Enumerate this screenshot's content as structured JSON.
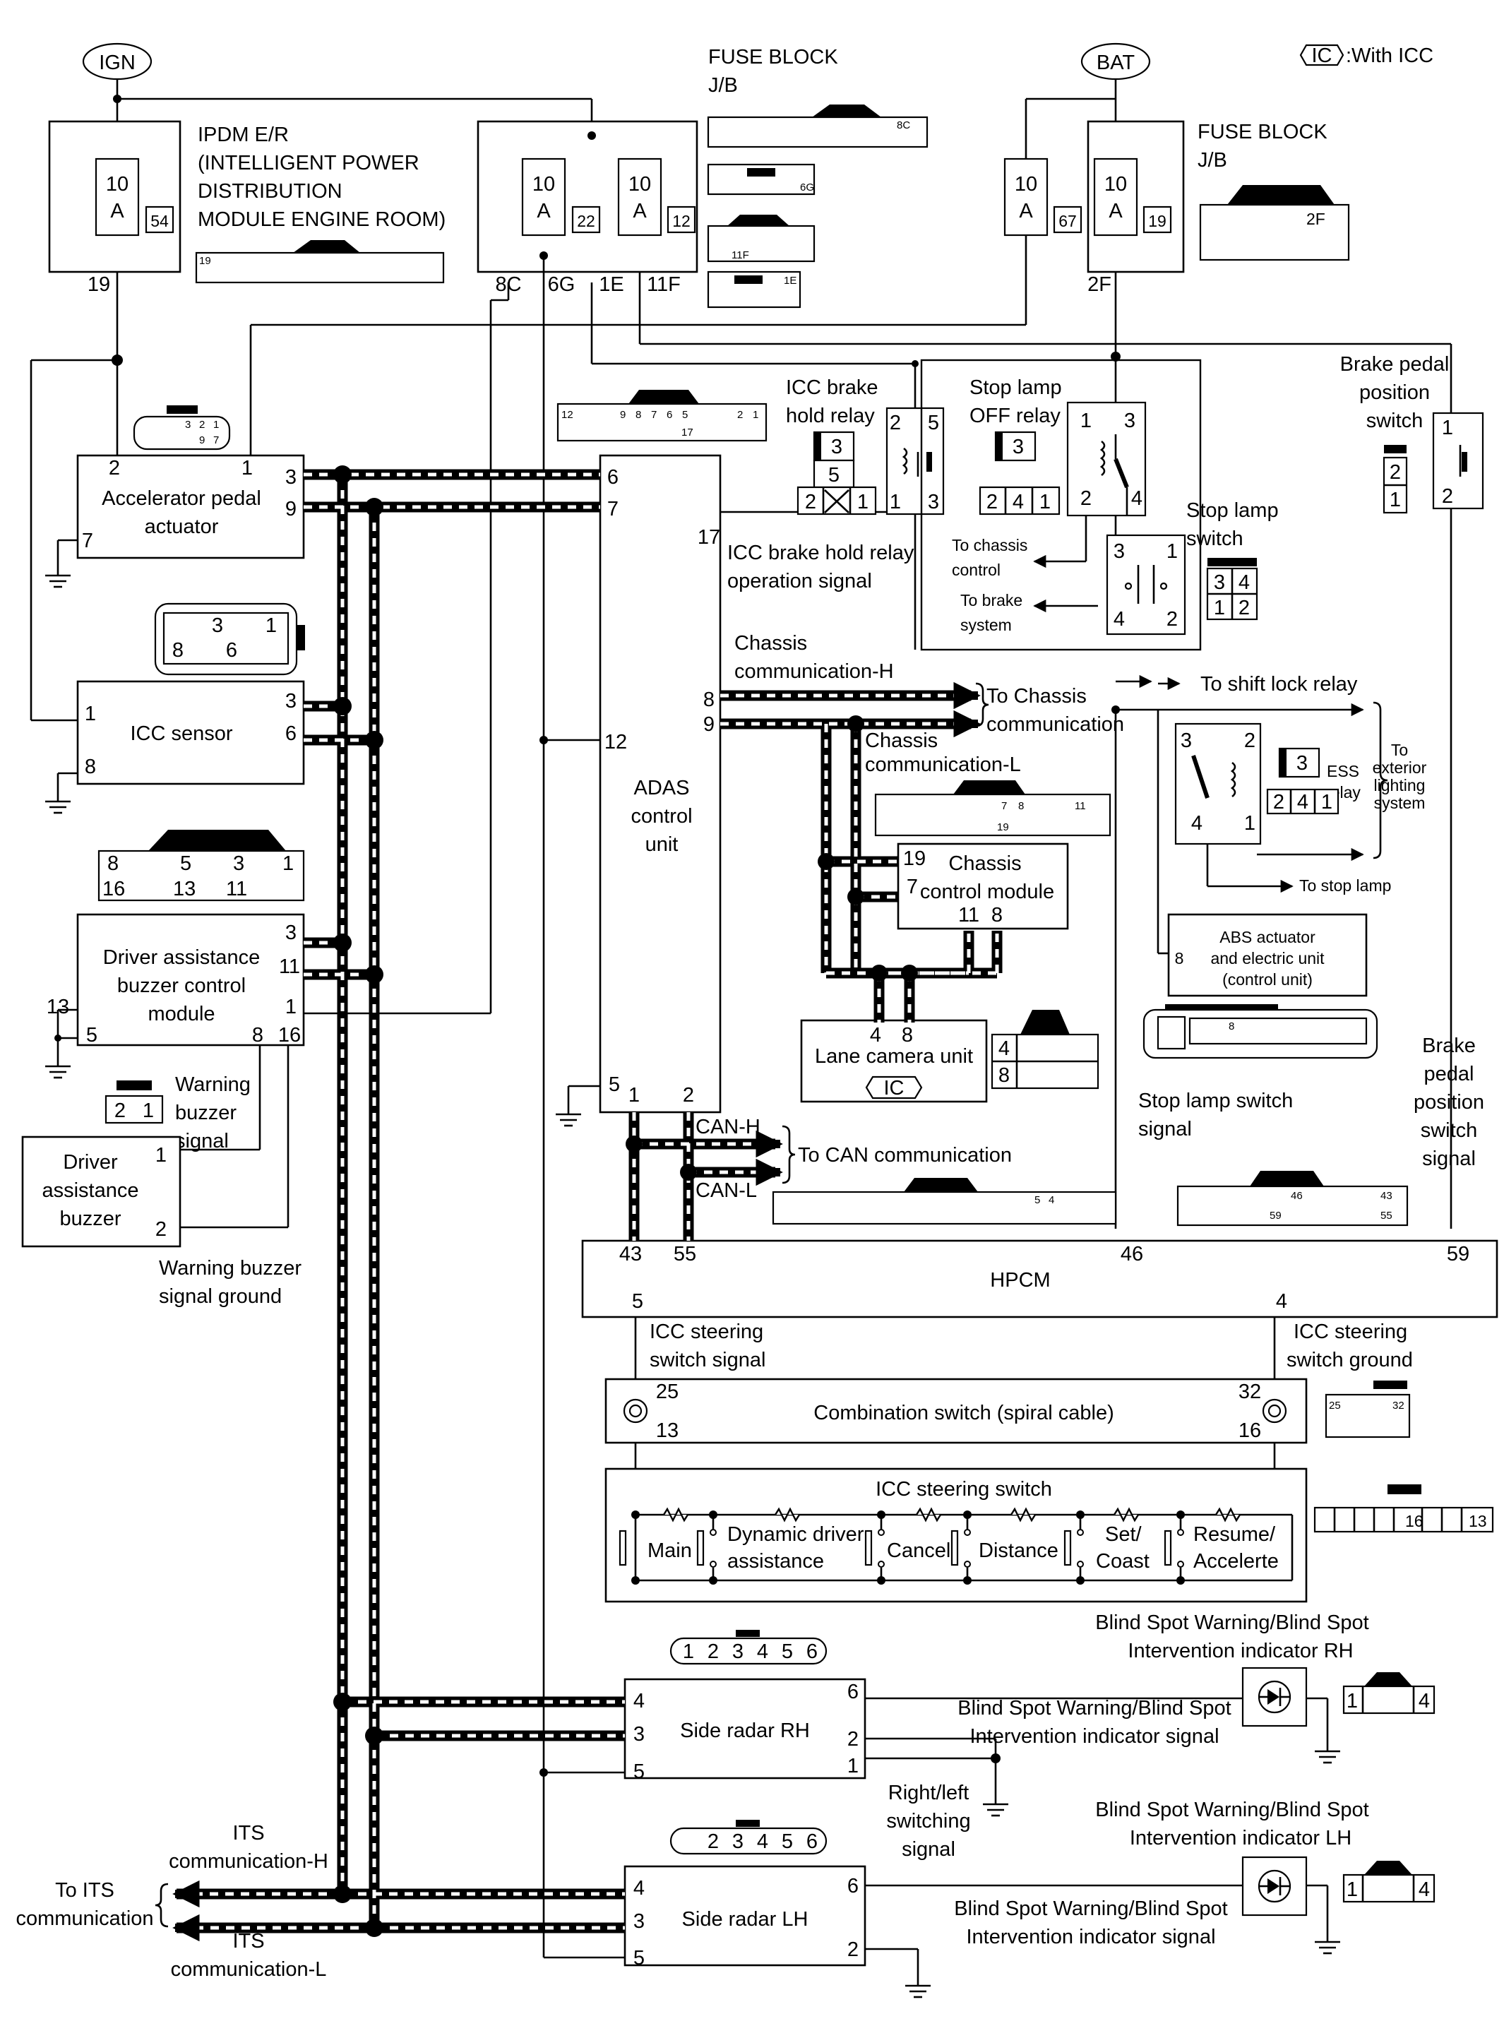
{
  "legend": {
    "icon": "IC",
    "text": ":With ICC"
  },
  "power": {
    "ign": "IGN",
    "bat": "BAT"
  },
  "fuse_block_top": {
    "title": "FUSE BLOCK",
    "sub": "J/B",
    "code": "8C"
  },
  "fuse_block_right": {
    "title": "FUSE BLOCK",
    "sub": "J/B",
    "code": "2F"
  },
  "ipdm": {
    "lines": [
      "IPDM E/R",
      "(INTELLIGENT POWER",
      "DISTRIBUTION",
      "MODULE ENGINE ROOM)"
    ],
    "conn": "19"
  },
  "fuses": [
    {
      "rating": "10",
      "unit": "A",
      "num": "54"
    },
    {
      "rating": "10",
      "unit": "A",
      "num": "22"
    },
    {
      "rating": "10",
      "unit": "A",
      "num": "12"
    },
    {
      "rating": "10",
      "unit": "A",
      "num": "67"
    },
    {
      "rating": "10",
      "unit": "A",
      "num": "19"
    }
  ],
  "fuse_outputs": {
    "ipdm": "19",
    "c8": "8C",
    "g6": "6G",
    "e1": "1E",
    "f11": "11F",
    "f2": "2F"
  },
  "jb_connectors": {
    "g6": "6G",
    "f11": "11F",
    "e1": "1E"
  },
  "accel": {
    "name_1": "Accelerator pedal",
    "name_2": "actuator",
    "pins": {
      "p2": "2",
      "p1": "1",
      "p3": "3",
      "p9": "9",
      "p7": "7"
    },
    "conn_pins": [
      "3",
      "2",
      "1",
      "9",
      "7"
    ]
  },
  "icc_sensor": {
    "name": "ICC sensor",
    "pins": {
      "p3": "3",
      "p6": "6",
      "p1": "1",
      "p8": "8"
    },
    "conn_pins": [
      "3",
      "1",
      "8",
      "6"
    ]
  },
  "buzzer_module": {
    "lines": [
      "Driver assistance",
      "buzzer control",
      "module"
    ],
    "pins": {
      "p3": "3",
      "p11": "11",
      "p1": "1",
      "p13": "13",
      "p5": "5",
      "p8": "8",
      "p16": "16"
    },
    "conn_pins": [
      "8",
      "5",
      "3",
      "1",
      "16",
      "13",
      "11"
    ]
  },
  "buzzer": {
    "lines": [
      "Driver",
      "assistance",
      "buzzer"
    ],
    "pins": {
      "p1": "1",
      "p2": "2"
    },
    "conn_pins": [
      "2",
      "1"
    ]
  },
  "buzzer_signal": {
    "lines": [
      "Warning",
      "buzzer",
      "signal"
    ]
  },
  "buzzer_ground": {
    "lines": [
      "Warning buzzer",
      "signal ground"
    ]
  },
  "adas": {
    "lines": [
      "ADAS",
      "control",
      "unit"
    ],
    "pins": {
      "p6": "6",
      "p7": "7",
      "p17": "17",
      "p8": "8",
      "p9": "9",
      "p12": "12",
      "p5": "5",
      "p1": "1",
      "p2": "2"
    },
    "conn_pins": [
      "12",
      "9",
      "8",
      "7",
      "6",
      "5",
      "2",
      "1",
      "17"
    ]
  },
  "icc_brake_relay": {
    "lines": [
      "ICC brake",
      "hold relay"
    ],
    "pins": {
      "p2": "2",
      "p5": "5",
      "p1": "1",
      "p3": "3"
    },
    "conn_pins": [
      "3",
      "5",
      "2",
      "1"
    ],
    "signal": [
      "ICC brake hold relay",
      "operation signal"
    ]
  },
  "stop_lamp_off_relay": {
    "lines": [
      "Stop lamp",
      "OFF relay"
    ],
    "pins": {
      "p1": "1",
      "p3": "3",
      "p2": "2",
      "p4": "4"
    },
    "conn_pins": [
      "3",
      "2",
      "4",
      "1"
    ]
  },
  "stop_lamp_switch": {
    "lines": [
      "Stop lamp",
      "switch"
    ],
    "pins": {
      "p3": "3",
      "p1": "1",
      "p4": "4",
      "p2": "2"
    },
    "conn_pins": [
      "3",
      "4",
      "1",
      "2"
    ],
    "to_chassis": [
      "To chassis",
      "control"
    ],
    "to_brake": [
      "To brake",
      "system"
    ]
  },
  "brake_pedal_switch": {
    "lines": [
      "Brake pedal",
      "position",
      "switch"
    ],
    "pins": {
      "p1": "1",
      "p2": "2"
    },
    "conn_pins": [
      "2",
      "1"
    ]
  },
  "chassis_comm": {
    "h_label": [
      "Chassis",
      "communication-H"
    ],
    "l_label": [
      "Chassis",
      "communication-L"
    ],
    "to": [
      "To Chassis",
      "communication"
    ]
  },
  "chassis_module": {
    "lines": [
      "Chassis",
      "control module"
    ],
    "pins": {
      "p19": "19",
      "p7": "7",
      "p11": "11",
      "p8": "8"
    },
    "conn_pins": [
      "7",
      "8",
      "11",
      "19"
    ]
  },
  "lane_camera": {
    "name": "Lane camera unit",
    "icon": "IC",
    "pins": {
      "p4": "4",
      "p8": "8"
    },
    "conn_pins": [
      "4",
      "8"
    ]
  },
  "ess_relay": {
    "pins": {
      "p3": "3",
      "p2": "2",
      "p4": "4",
      "p1": "1"
    },
    "label": [
      "ESS",
      "relay"
    ],
    "conn_pins": [
      "3",
      "2",
      "4",
      "1"
    ],
    "to_shift": "To shift lock relay",
    "to_stop": "To stop lamp",
    "to_exterior": [
      "To",
      "exterior",
      "lighting",
      "system"
    ]
  },
  "abs": {
    "lines": [
      "ABS actuator",
      "and electric unit",
      "(control unit)"
    ],
    "pin": "8",
    "conn_pin": "8"
  },
  "signals": {
    "stop_lamp": [
      "Stop lamp switch",
      "signal"
    ],
    "brake_pedal": [
      "Brake",
      "pedal",
      "position",
      "switch",
      "signal"
    ]
  },
  "can": {
    "h": "CAN-H",
    "l": "CAN-L",
    "to": "To CAN communication",
    "conn_pins": [
      "5",
      "4"
    ]
  },
  "hpcm": {
    "name": "HPCM",
    "pins": {
      "p43": "43",
      "p55": "55",
      "p46": "46",
      "p59": "59",
      "p5": "5",
      "p4": "4"
    },
    "conn_pins": [
      "46",
      "43",
      "59",
      "55"
    ]
  },
  "icc_steering": {
    "signal": [
      "ICC steering",
      "switch signal"
    ],
    "ground": [
      "ICC steering",
      "switch ground"
    ]
  },
  "combination_switch": {
    "name": "Combination switch (spiral cable)",
    "pins": {
      "p25": "25",
      "p13": "13",
      "p32": "32",
      "p16": "16"
    },
    "conn_pins": [
      "25",
      "32"
    ]
  },
  "steering_switch": {
    "name": "ICC steering switch",
    "buttons": [
      "Main",
      "Dynamic driver",
      "assistance",
      "Cancel",
      "Distance",
      "Set/",
      "Coast",
      "Resume/",
      "Accelerte"
    ],
    "conn_pins": [
      "16",
      "13"
    ]
  },
  "side_radar_rh": {
    "name": "Side radar RH",
    "pins": {
      "p4": "4",
      "p3": "3",
      "p5": "5",
      "p6": "6",
      "p2": "2",
      "p1": "1"
    },
    "conn_pins": [
      "1",
      "2",
      "3",
      "4",
      "5",
      "6"
    ]
  },
  "side_radar_lh": {
    "name": "Side radar LH",
    "pins": {
      "p4": "4",
      "p3": "3",
      "p5": "5",
      "p6": "6",
      "p2": "2"
    },
    "conn_pins": [
      "2",
      "3",
      "4",
      "5",
      "6"
    ]
  },
  "indicator_rh": {
    "lines": [
      "Blind Spot Warning/Blind Spot",
      "Intervention indicator RH"
    ],
    "signal": [
      "Blind Spot Warning/Blind Spot",
      "Intervention indicator signal"
    ],
    "conn_pins": [
      "1",
      "4"
    ]
  },
  "indicator_lh": {
    "lines": [
      "Blind Spot Warning/Blind Spot",
      "Intervention indicator LH"
    ],
    "signal": [
      "Blind Spot Warning/Blind Spot",
      "Intervention indicator signal"
    ],
    "conn_pins": [
      "1",
      "4"
    ]
  },
  "switching_signal": [
    "Right/left",
    "switching",
    "signal"
  ],
  "its": {
    "h": [
      "ITS",
      "communication-H"
    ],
    "l": [
      "ITS",
      "communication-L"
    ],
    "to": [
      "To ITS",
      "communication"
    ]
  }
}
